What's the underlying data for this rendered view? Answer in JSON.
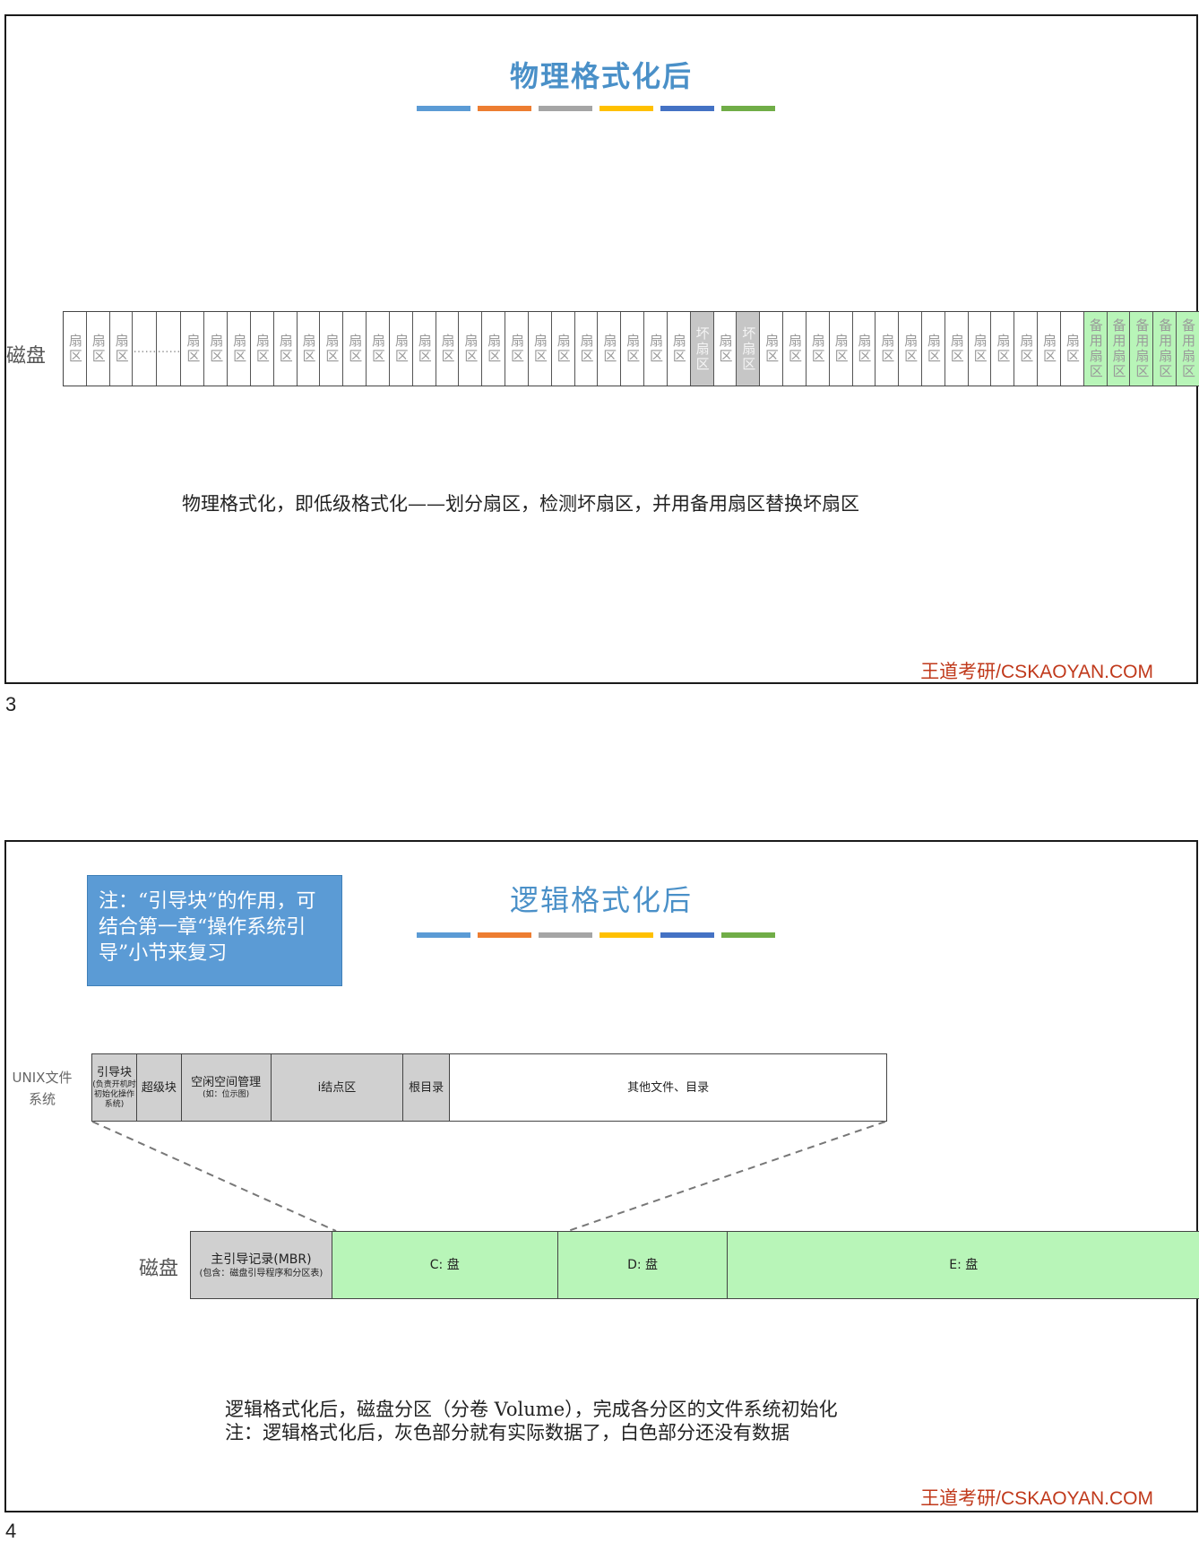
{
  "slide1": {
    "title": "物理格式化后",
    "color_bars": [
      "#5b9bd5",
      "#ed7d31",
      "#a5a5a5",
      "#ffc000",
      "#4472c4",
      "#70ad47"
    ],
    "disk_label": "磁盘",
    "sectors": [
      {
        "type": "normal",
        "label": "扇区"
      },
      {
        "type": "normal",
        "label": "扇区"
      },
      {
        "type": "normal",
        "label": "扇区"
      },
      {
        "type": "dots",
        "label": "……"
      },
      {
        "type": "dots",
        "label": "……"
      },
      {
        "type": "normal",
        "label": "扇区"
      },
      {
        "type": "normal",
        "label": "扇区"
      },
      {
        "type": "normal",
        "label": "扇区"
      },
      {
        "type": "normal",
        "label": "扇区"
      },
      {
        "type": "normal",
        "label": "扇区"
      },
      {
        "type": "normal",
        "label": "扇区"
      },
      {
        "type": "normal",
        "label": "扇区"
      },
      {
        "type": "normal",
        "label": "扇区"
      },
      {
        "type": "normal",
        "label": "扇区"
      },
      {
        "type": "normal",
        "label": "扇区"
      },
      {
        "type": "normal",
        "label": "扇区"
      },
      {
        "type": "normal",
        "label": "扇区"
      },
      {
        "type": "normal",
        "label": "扇区"
      },
      {
        "type": "normal",
        "label": "扇区"
      },
      {
        "type": "normal",
        "label": "扇区"
      },
      {
        "type": "normal",
        "label": "扇区"
      },
      {
        "type": "normal",
        "label": "扇区"
      },
      {
        "type": "normal",
        "label": "扇区"
      },
      {
        "type": "normal",
        "label": "扇区"
      },
      {
        "type": "normal",
        "label": "扇区"
      },
      {
        "type": "normal",
        "label": "扇区"
      },
      {
        "type": "normal",
        "label": "扇区"
      },
      {
        "type": "bad",
        "label": "坏扇区"
      },
      {
        "type": "normal",
        "label": "扇区"
      },
      {
        "type": "bad",
        "label": "坏扇区"
      },
      {
        "type": "normal",
        "label": "扇区"
      },
      {
        "type": "normal",
        "label": "扇区"
      },
      {
        "type": "normal",
        "label": "扇区"
      },
      {
        "type": "normal",
        "label": "扇区"
      },
      {
        "type": "normal",
        "label": "扇区"
      },
      {
        "type": "normal",
        "label": "扇区"
      },
      {
        "type": "normal",
        "label": "扇区"
      },
      {
        "type": "normal",
        "label": "扇区"
      },
      {
        "type": "normal",
        "label": "扇区"
      },
      {
        "type": "normal",
        "label": "扇区"
      },
      {
        "type": "normal",
        "label": "扇区"
      },
      {
        "type": "normal",
        "label": "扇区"
      },
      {
        "type": "normal",
        "label": "扇区"
      },
      {
        "type": "normal",
        "label": "扇区"
      },
      {
        "type": "spare",
        "label": "备用扇区"
      },
      {
        "type": "spare",
        "label": "备用扇区"
      },
      {
        "type": "spare",
        "label": "备用扇区"
      },
      {
        "type": "spare",
        "label": "备用扇区"
      },
      {
        "type": "spare",
        "label": "备用扇区"
      }
    ],
    "caption": "物理格式化，即低级格式化——划分扇区，检测坏扇区，并用备用扇区替换坏扇区",
    "footer": "王道考研/CSKAOYAN.COM",
    "page_number": "3"
  },
  "slide2": {
    "title": "逻辑格式化后",
    "color_bars": [
      "#5b9bd5",
      "#ed7d31",
      "#a5a5a5",
      "#ffc000",
      "#4472c4",
      "#70ad47"
    ],
    "callout": "注：“引导块”的作用，可结合第一章“操作系统引导”小节来复习",
    "unix_label": "UNIX文件系统",
    "unix_blocks": [
      {
        "label": "引导块",
        "sub": "(负责开机时初始化操作系统)",
        "fill": "gray"
      },
      {
        "label": "超级块",
        "sub": "",
        "fill": "gray"
      },
      {
        "label": "空闲空间管理",
        "sub": "(如：位示图)",
        "fill": "gray"
      },
      {
        "label": "i结点区",
        "sub": "",
        "fill": "gray"
      },
      {
        "label": "根目录",
        "sub": "",
        "fill": "gray"
      },
      {
        "label": "其他文件、目录",
        "sub": "",
        "fill": "white"
      }
    ],
    "disk_label": "磁盘",
    "disk_blocks": [
      {
        "label": "主引导记录(MBR)",
        "sub": "(包含：磁盘引导程序和分区表)",
        "fill": "gray"
      },
      {
        "label": "C: 盘",
        "sub": "",
        "fill": "green"
      },
      {
        "label": "D: 盘",
        "sub": "",
        "fill": "green"
      },
      {
        "label": "E: 盘",
        "sub": "",
        "fill": "green"
      }
    ],
    "caption_line1": "逻辑格式化后，磁盘分区（分卷 Volume），完成各分区的文件系统初始化",
    "caption_line2": "注：逻辑格式化后，灰色部分就有实际数据了，白色部分还没有数据",
    "footer": "王道考研/CSKAOYAN.COM",
    "page_number": "4"
  }
}
